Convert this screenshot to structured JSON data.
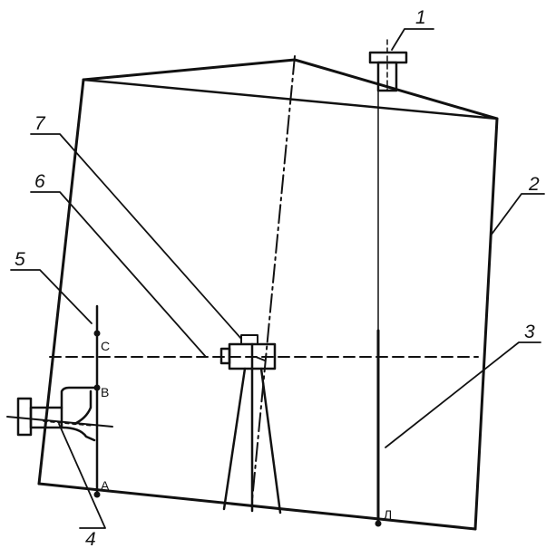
{
  "diagram": {
    "labels": {
      "l1": "1",
      "l2": "2",
      "l3": "3",
      "l4": "4",
      "l5": "5",
      "l6": "6",
      "l7": "7"
    },
    "points": {
      "A": "A",
      "B": "B",
      "C": "C",
      "L": "Л"
    }
  }
}
